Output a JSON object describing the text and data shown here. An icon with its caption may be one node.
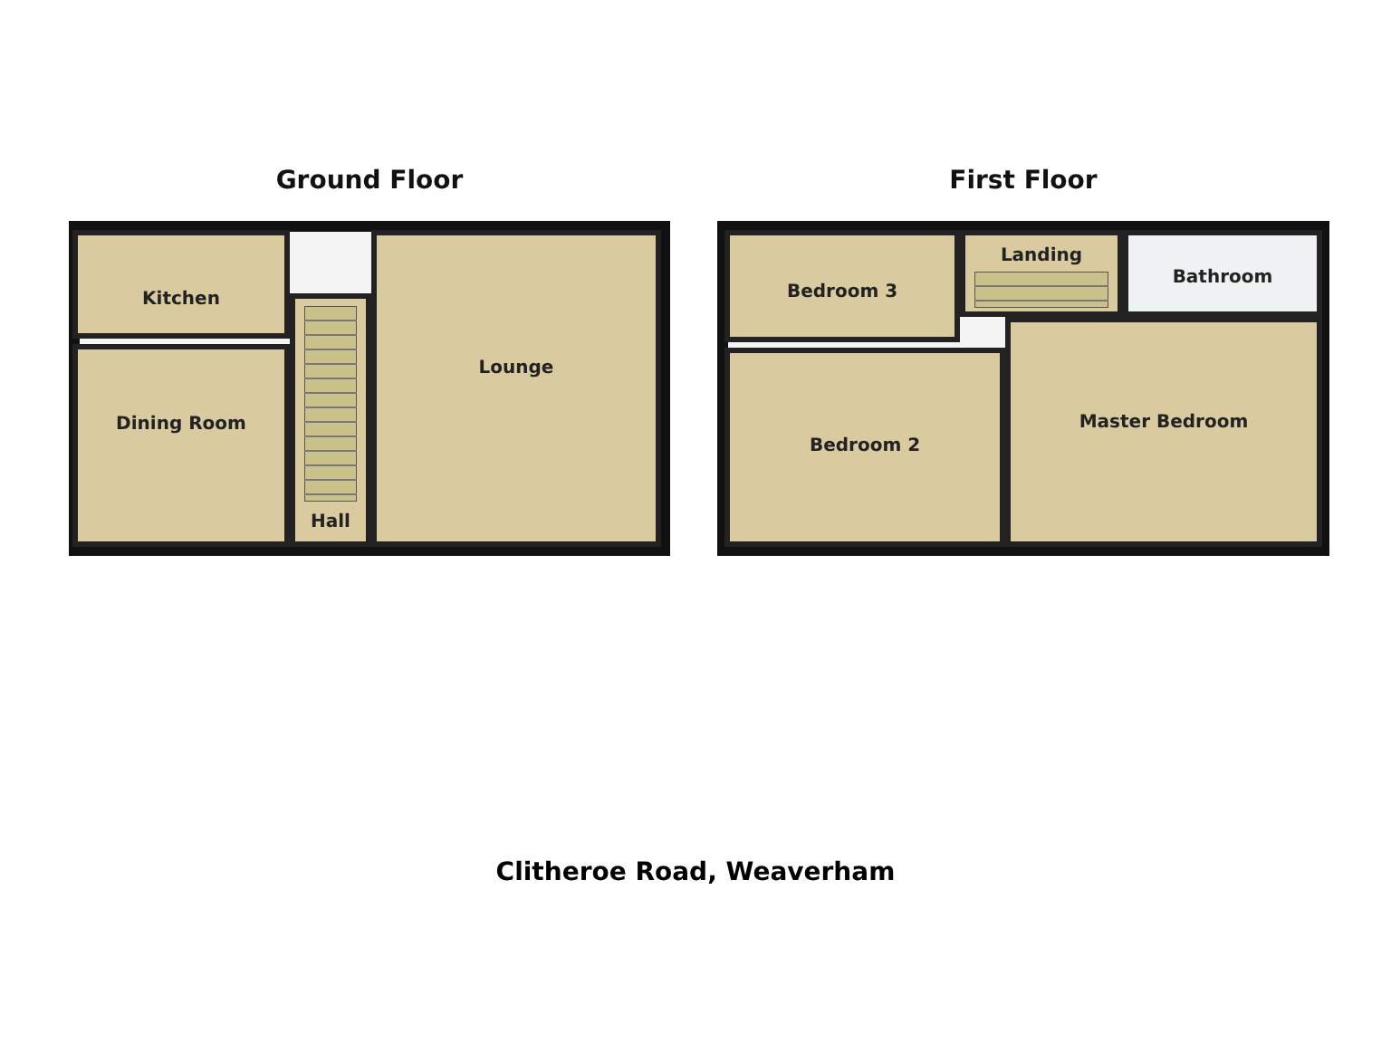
{
  "diagram": {
    "caption": "Clitheroe Road, Weaverham",
    "nodes": [
      {
        "text": [
          "Ground Floor"
        ]
      },
      {
        "text": [
          "Kitchen"
        ],
        "in": 0
      },
      {
        "text": [
          "Dining Room"
        ],
        "in": 0
      },
      {
        "text": [
          "Hall"
        ],
        "in": 0
      },
      {
        "text": [
          "Lounge"
        ],
        "in": 0
      },
      {
        "text": [
          "First Floor"
        ]
      },
      {
        "text": [
          "Bedroom 3"
        ],
        "in": 5
      },
      {
        "text": [
          "Landing"
        ],
        "in": 5
      },
      {
        "text": [
          "Bathroom"
        ],
        "in": 5
      },
      {
        "text": [
          "Bedroom 2"
        ],
        "in": 5
      },
      {
        "text": [
          "Master Bedroom"
        ],
        "in": 5
      }
    ]
  }
}
